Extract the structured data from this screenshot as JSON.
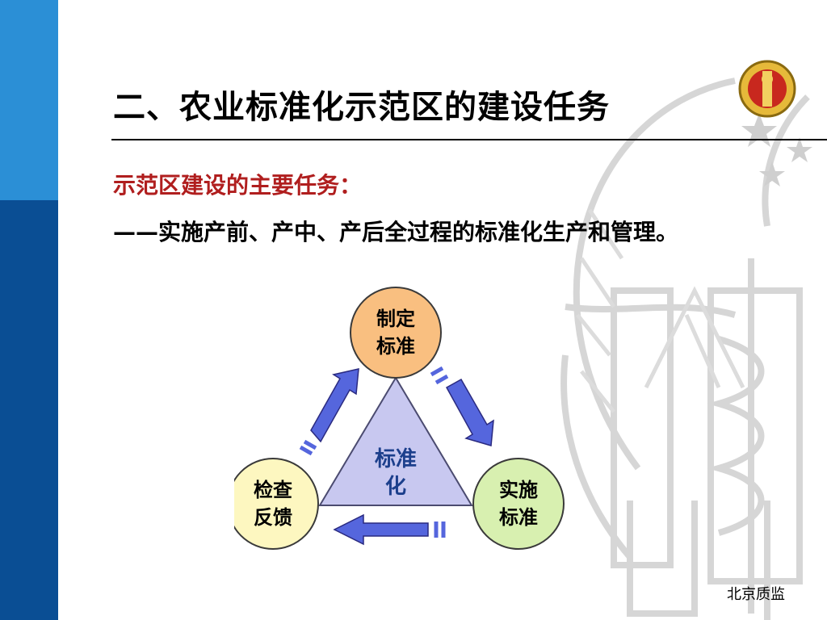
{
  "slide": {
    "title": "二、农业标准化示范区的建设任务",
    "subtitle": "示范区建设的主要任务：",
    "task": "——实施产前、产中、产后全过程的标准化生产和管理。",
    "footer": "北京质监"
  },
  "diagram": {
    "center": {
      "line1": "标准",
      "line2": "化"
    },
    "nodes": {
      "top": {
        "line1": "制定",
        "line2": "标准"
      },
      "right": {
        "line1": "实施",
        "line2": "标准"
      },
      "left": {
        "line1": "检查",
        "line2": "反馈"
      }
    },
    "colors": {
      "top_fill": "#f9bf80",
      "right_fill": "#d8f0b0",
      "left_fill": "#fdf7c0",
      "triangle_fill": "#c8c8f0",
      "arrow_fill": "#5566dd"
    }
  }
}
